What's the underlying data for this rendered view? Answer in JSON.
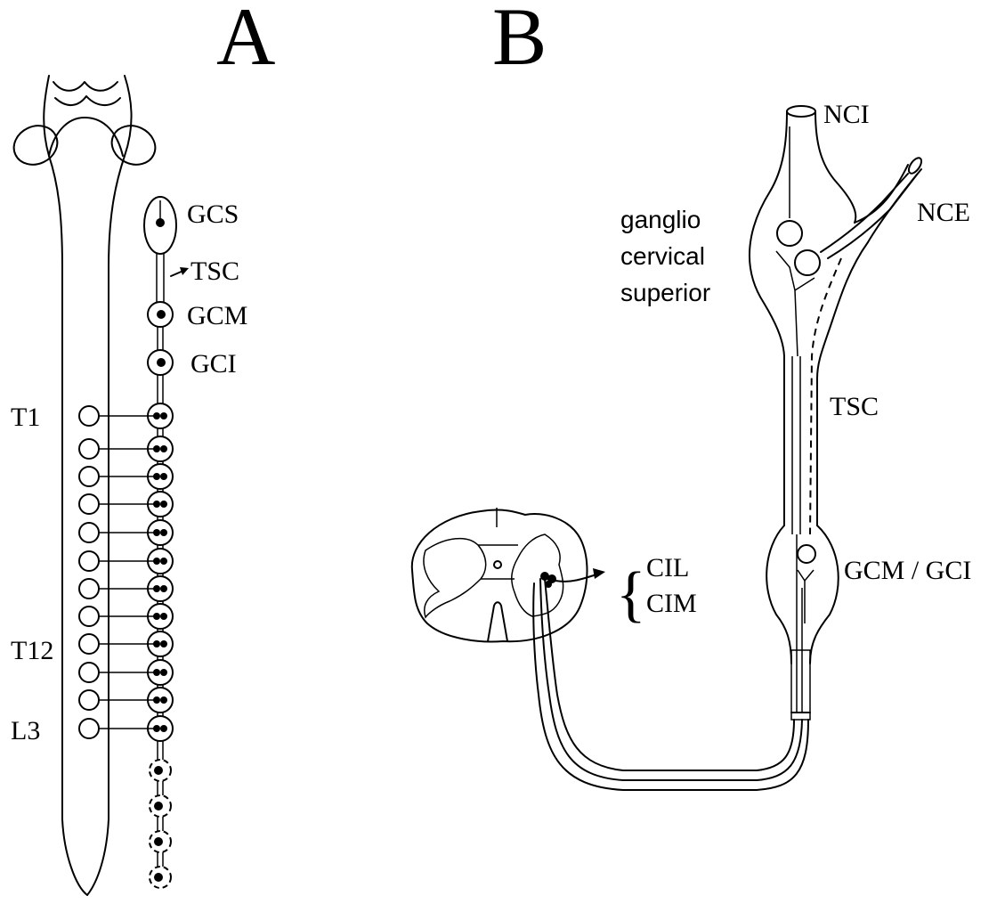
{
  "panels": [
    {
      "letter": "A",
      "labels": {
        "gcs": "GCS",
        "tsc": "TSC",
        "gcm": "GCM",
        "gci": "GCI",
        "t1": "T1",
        "t12": "T12",
        "l3": "L3"
      }
    },
    {
      "letter": "B",
      "labels": {
        "nci": "NCI",
        "nce": "NCE",
        "ganglion_line1": "ganglio",
        "ganglion_line2": "cervical",
        "ganglion_line3": "superior",
        "tsc": "TSC",
        "gcm_gci": "GCM / GCI",
        "brace": "{",
        "cil": "CIL",
        "cim": "CIM"
      }
    }
  ]
}
